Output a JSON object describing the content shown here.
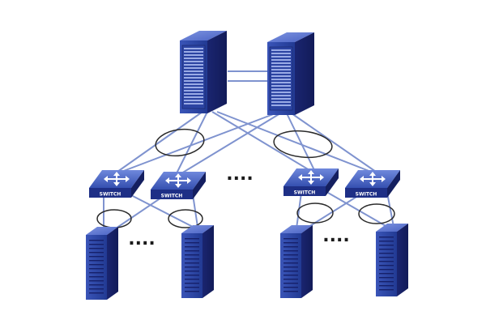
{
  "diagram": {
    "switch_label": "SWITCH",
    "ellipsis": "....",
    "colors": {
      "link": "#7f93cf",
      "device_dark": "#1c2a7a",
      "device_mid": "#2f45a6",
      "device_light": "#5c76d4",
      "lag_ring": "#2a2a2a",
      "background": "#ffffff"
    },
    "nodes": {
      "core": [
        "core-chassis",
        "core-chassis"
      ],
      "access": [
        "switch-icon",
        "switch-icon",
        "switch-icon",
        "switch-icon"
      ],
      "servers": [
        "server-rack-icon",
        "server-rack-icon",
        "server-rack-icon",
        "server-rack-icon"
      ]
    }
  }
}
